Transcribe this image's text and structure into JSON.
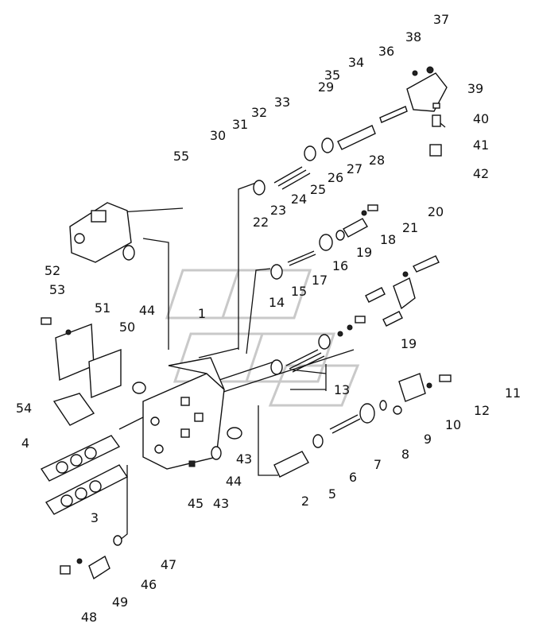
{
  "diagram": {
    "callouts": [
      "1",
      "2",
      "3",
      "4",
      "5",
      "6",
      "7",
      "8",
      "9",
      "10",
      "11",
      "12",
      "13",
      "14",
      "15",
      "16",
      "17",
      "18",
      "19",
      "19",
      "20",
      "21",
      "22",
      "23",
      "24",
      "25",
      "26",
      "27",
      "28",
      "29",
      "30",
      "31",
      "32",
      "33",
      "34",
      "35",
      "36",
      "37",
      "38",
      "39",
      "40",
      "41",
      "42",
      "43",
      "43",
      "44",
      "44",
      "45",
      "46",
      "47",
      "48",
      "49",
      "50",
      "51",
      "52",
      "53",
      "54",
      "55"
    ]
  }
}
